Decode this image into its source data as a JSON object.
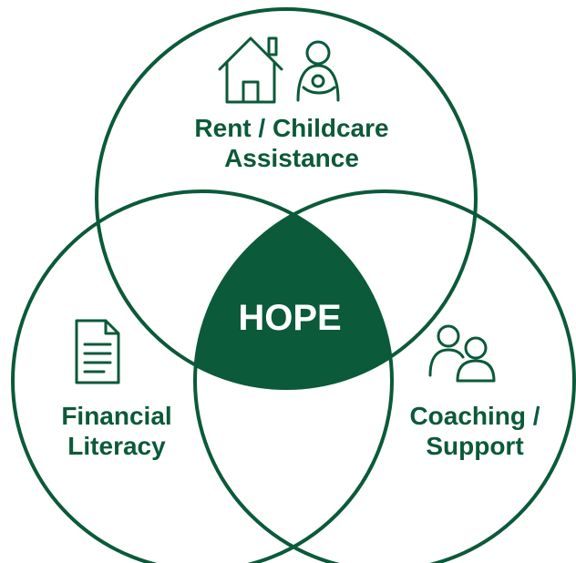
{
  "diagram": {
    "center_label": "HOPE",
    "colors": {
      "primary": "#0b5a3a",
      "background": "#ffffff",
      "center_text": "#ffffff"
    },
    "circles": [
      {
        "id": "top",
        "label_lines": [
          "Rent / Childcare",
          "Assistance"
        ],
        "icons": [
          "house-icon",
          "parent-with-baby-icon"
        ]
      },
      {
        "id": "left",
        "label_lines": [
          "Financial",
          "Literacy"
        ],
        "icons": [
          "document-icon"
        ]
      },
      {
        "id": "right",
        "label_lines": [
          "Coaching /",
          "Support"
        ],
        "icons": [
          "people-icon"
        ]
      }
    ]
  }
}
